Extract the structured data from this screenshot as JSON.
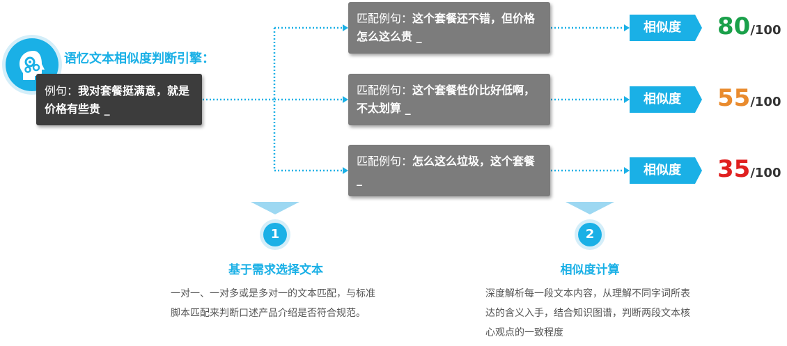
{
  "colors": {
    "accent": "#1ab0e6",
    "score_high": "#1aa04a",
    "score_mid": "#e98b2e",
    "score_low": "#e02020",
    "source_box": "#3c3c3c",
    "match_box": "#7c7c7c"
  },
  "engine": {
    "icon": "head-gears-icon",
    "title": "语忆文本相似度判断引擎："
  },
  "source": {
    "prefix": "例句：",
    "text": "我对套餐挺满意，就是价格有些贵 _"
  },
  "matches": [
    {
      "prefix": "匹配例句：",
      "text": "这个套餐还不错，但价格怎么这么贵 _",
      "tag": "相似度",
      "score": "80",
      "denominator": "/100"
    },
    {
      "prefix": "匹配例句：",
      "text": "这个套餐性价比好低啊，不太划算 _",
      "tag": "相似度",
      "score": "55",
      "denominator": "/100"
    },
    {
      "prefix": "匹配例句：",
      "text": "怎么这么垃圾，这个套餐 _",
      "tag": "相似度",
      "score": "35",
      "denominator": "/100"
    }
  ],
  "steps": [
    {
      "number": "1",
      "title": "基于需求选择文本",
      "description": "一对一、一对多或是多对一的文本匹配，与标准脚本匹配来判断口述产品介绍是否符合规范。"
    },
    {
      "number": "2",
      "title": "相似度计算",
      "description": "深度解析每一段文本内容，从理解不同字词所表达的含义入手，结合知识图谱，判断两段文本核心观点的一致程度"
    }
  ]
}
